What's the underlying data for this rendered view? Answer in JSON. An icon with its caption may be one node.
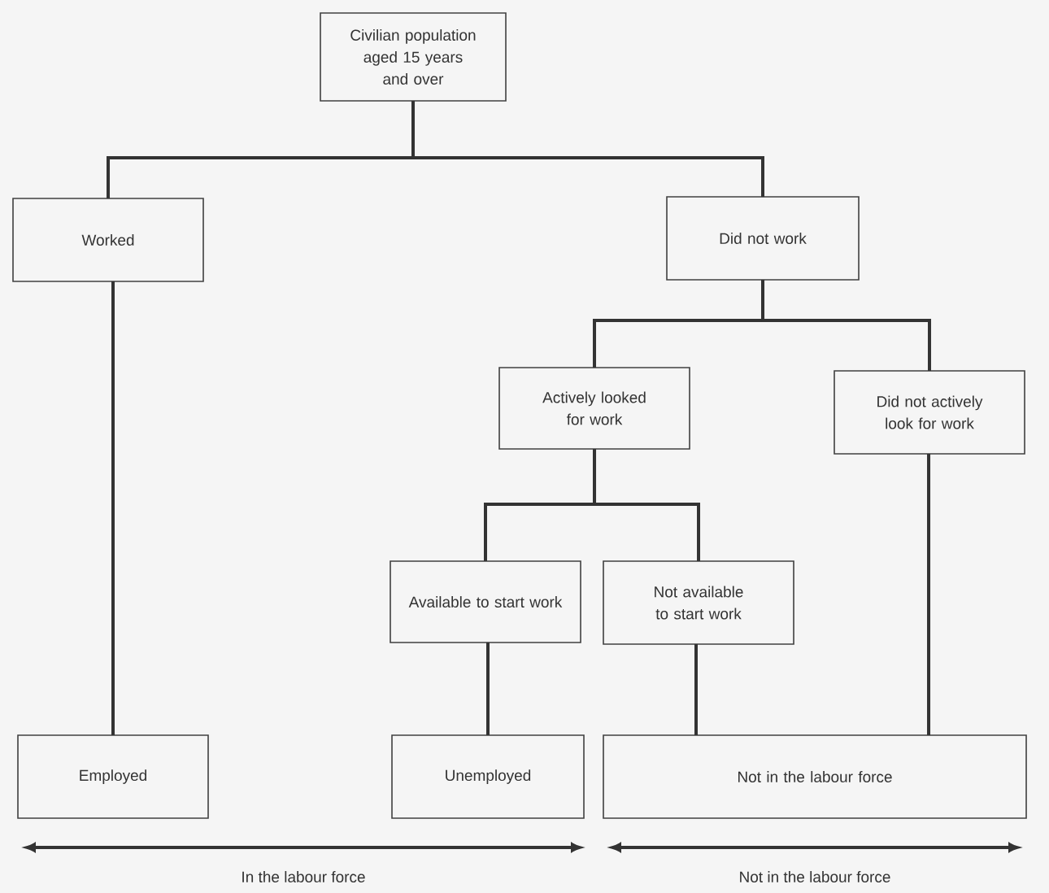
{
  "diagram": {
    "nodes": [
      {
        "text": [
          "Civilian population aged 15 years and over"
        ]
      },
      {
        "text": [
          "Worked"
        ]
      },
      {
        "text": [
          "Did not work"
        ]
      },
      {
        "text": [
          "Actively looked for work"
        ]
      },
      {
        "text": [
          "Did not actively look for work"
        ]
      },
      {
        "text": [
          "Available to start work"
        ]
      },
      {
        "text": [
          "Not available to start work"
        ]
      },
      {
        "text": [
          "Employed"
        ]
      },
      {
        "text": [
          "Unemployed"
        ]
      },
      {
        "text": [
          "Not in the labour force"
        ]
      }
    ],
    "edges": [
      {
        "from": 0,
        "to": 1,
        "arrow": "none"
      },
      {
        "from": 0,
        "to": 2,
        "arrow": "none"
      },
      {
        "from": 1,
        "to": 7,
        "arrow": "none"
      },
      {
        "from": 2,
        "to": 3,
        "arrow": "none"
      },
      {
        "from": 2,
        "to": 4,
        "arrow": "none"
      },
      {
        "from": 3,
        "to": 5,
        "arrow": "none"
      },
      {
        "from": 3,
        "to": 6,
        "arrow": "none"
      },
      {
        "from": 5,
        "to": 8,
        "arrow": "none"
      },
      {
        "from": 6,
        "to": 9,
        "arrow": "none"
      },
      {
        "from": 4,
        "to": 9,
        "arrow": "none"
      }
    ],
    "labels": [
      "In the labour force",
      "Not in the labour force"
    ]
  }
}
